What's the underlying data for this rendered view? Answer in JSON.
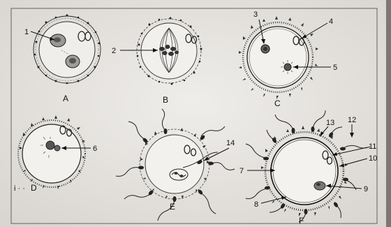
{
  "panels": [
    {
      "letter": "A",
      "labels": [
        "1"
      ]
    },
    {
      "letter": "B",
      "labels": [
        "2"
      ]
    },
    {
      "letter": "C",
      "labels": [
        "3",
        "4",
        "5"
      ]
    },
    {
      "letter": "D",
      "labels": [
        "6"
      ]
    },
    {
      "letter": "E",
      "labels": [
        "14"
      ]
    },
    {
      "letter": "F",
      "labels": [
        "7",
        "8",
        "9",
        "10",
        "11",
        "12",
        "13"
      ]
    }
  ],
  "colors": {
    "paper": "#e8e6e2",
    "ink": "#1a1a1a",
    "background": "#8a8784"
  }
}
